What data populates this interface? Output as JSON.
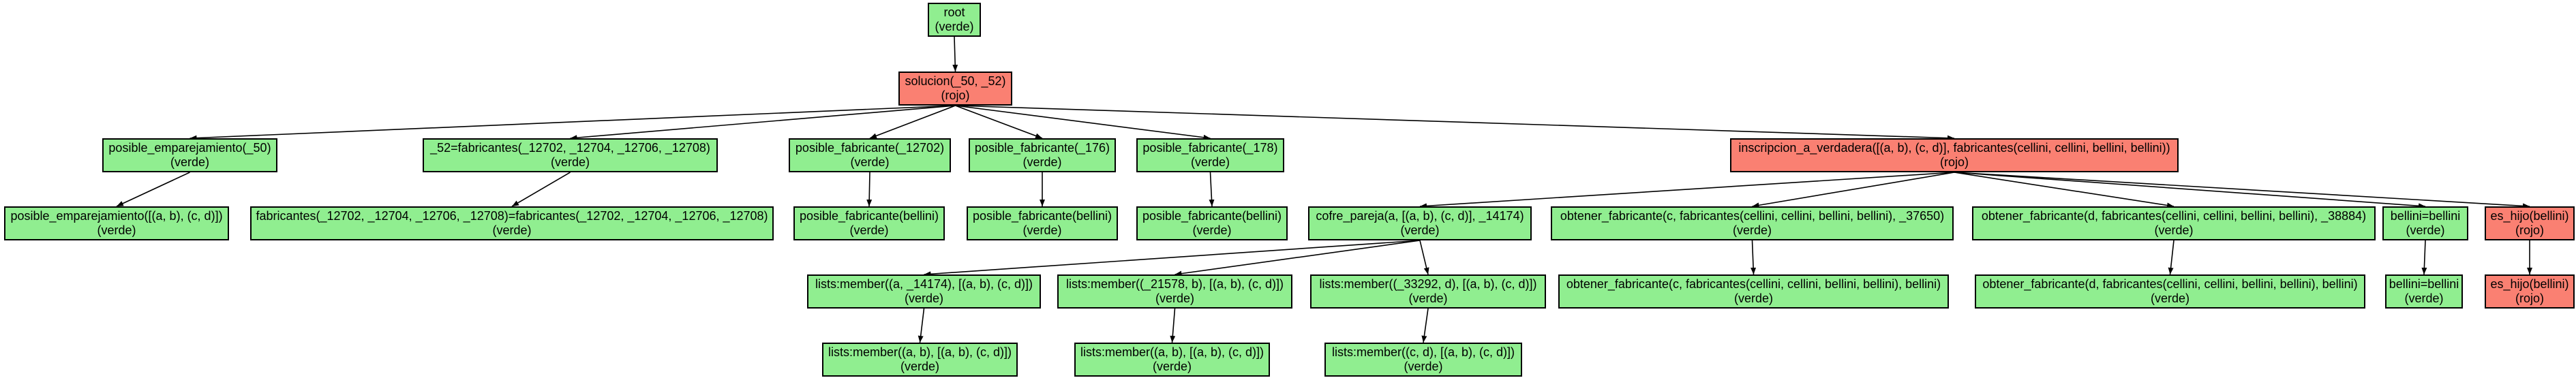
{
  "colors": {
    "verde": "#90ee90",
    "rojo": "#fa8072",
    "edge": "#000000"
  },
  "nodes": [
    {
      "id": "n0",
      "label": "root",
      "status": "(verde)",
      "color": "verde"
    },
    {
      "id": "n1",
      "label": "solucion(_50, _52)",
      "status": "(rojo)",
      "color": "rojo"
    },
    {
      "id": "n2",
      "label": "posible_emparejamiento(_50)",
      "status": "(verde)",
      "color": "verde"
    },
    {
      "id": "n3",
      "label": "_52=fabricantes(_12702, _12704, _12706, _12708)",
      "status": "(verde)",
      "color": "verde"
    },
    {
      "id": "n4",
      "label": "posible_fabricante(_12702)",
      "status": "(verde)",
      "color": "verde"
    },
    {
      "id": "n5",
      "label": "posible_fabricante(_176)",
      "status": "(verde)",
      "color": "verde"
    },
    {
      "id": "n6",
      "label": "posible_fabricante(_178)",
      "status": "(verde)",
      "color": "verde"
    },
    {
      "id": "n7",
      "label": "inscripcion_a_verdadera([(a, b), (c, d)], fabricantes(cellini, cellini, bellini, bellini))",
      "status": "(rojo)",
      "color": "rojo"
    },
    {
      "id": "n8",
      "label": "posible_emparejamiento([(a, b), (c, d)])",
      "status": "(verde)",
      "color": "verde"
    },
    {
      "id": "n9",
      "label": "fabricantes(_12702, _12704, _12706, _12708)=fabricantes(_12702, _12704, _12706, _12708)",
      "status": "(verde)",
      "color": "verde"
    },
    {
      "id": "n10",
      "label": "posible_fabricante(bellini)",
      "status": "(verde)",
      "color": "verde"
    },
    {
      "id": "n11",
      "label": "posible_fabricante(bellini)",
      "status": "(verde)",
      "color": "verde"
    },
    {
      "id": "n12",
      "label": "posible_fabricante(bellini)",
      "status": "(verde)",
      "color": "verde"
    },
    {
      "id": "n13",
      "label": "cofre_pareja(a, [(a, b), (c, d)], _14174)",
      "status": "(verde)",
      "color": "verde"
    },
    {
      "id": "n14",
      "label": "obtener_fabricante(c, fabricantes(cellini, cellini, bellini, bellini), _37650)",
      "status": "(verde)",
      "color": "verde"
    },
    {
      "id": "n15",
      "label": "obtener_fabricante(d, fabricantes(cellini, cellini, bellini, bellini), _38884)",
      "status": "(verde)",
      "color": "verde"
    },
    {
      "id": "n16",
      "label": "bellini=bellini",
      "status": "(verde)",
      "color": "verde"
    },
    {
      "id": "n17",
      "label": "es_hijo(bellini)",
      "status": "(rojo)",
      "color": "rojo"
    },
    {
      "id": "n18",
      "label": "lists:member((a, _14174), [(a, b), (c, d)])",
      "status": "(verde)",
      "color": "verde"
    },
    {
      "id": "n19",
      "label": "lists:member((_21578, b), [(a, b), (c, d)])",
      "status": "(verde)",
      "color": "verde"
    },
    {
      "id": "n20",
      "label": "lists:member((_33292, d), [(a, b), (c, d)])",
      "status": "(verde)",
      "color": "verde"
    },
    {
      "id": "n21",
      "label": "obtener_fabricante(c, fabricantes(cellini, cellini, bellini, bellini), bellini)",
      "status": "(verde)",
      "color": "verde"
    },
    {
      "id": "n22",
      "label": "obtener_fabricante(d, fabricantes(cellini, cellini, bellini, bellini), bellini)",
      "status": "(verde)",
      "color": "verde"
    },
    {
      "id": "n23",
      "label": "bellini=bellini",
      "status": "(verde)",
      "color": "verde"
    },
    {
      "id": "n24",
      "label": "es_hijo(bellini)",
      "status": "(rojo)",
      "color": "rojo"
    },
    {
      "id": "n25",
      "label": "lists:member((a, b), [(a, b), (c, d)])",
      "status": "(verde)",
      "color": "verde"
    },
    {
      "id": "n26",
      "label": "lists:member((a, b), [(a, b), (c, d)])",
      "status": "(verde)",
      "color": "verde"
    },
    {
      "id": "n27",
      "label": "lists:member((c, d), [(a, b), (c, d)])",
      "status": "(verde)",
      "color": "verde"
    }
  ],
  "edges": [
    [
      "n0",
      "n1"
    ],
    [
      "n1",
      "n2"
    ],
    [
      "n1",
      "n3"
    ],
    [
      "n1",
      "n4"
    ],
    [
      "n1",
      "n5"
    ],
    [
      "n1",
      "n6"
    ],
    [
      "n1",
      "n7"
    ],
    [
      "n2",
      "n8"
    ],
    [
      "n3",
      "n9"
    ],
    [
      "n4",
      "n10"
    ],
    [
      "n5",
      "n11"
    ],
    [
      "n6",
      "n12"
    ],
    [
      "n7",
      "n13"
    ],
    [
      "n7",
      "n14"
    ],
    [
      "n7",
      "n15"
    ],
    [
      "n7",
      "n16"
    ],
    [
      "n7",
      "n17"
    ],
    [
      "n13",
      "n18"
    ],
    [
      "n13",
      "n19"
    ],
    [
      "n13",
      "n20"
    ],
    [
      "n14",
      "n21"
    ],
    [
      "n15",
      "n22"
    ],
    [
      "n16",
      "n23"
    ],
    [
      "n17",
      "n24"
    ],
    [
      "n18",
      "n25"
    ],
    [
      "n19",
      "n26"
    ],
    [
      "n20",
      "n27"
    ]
  ]
}
